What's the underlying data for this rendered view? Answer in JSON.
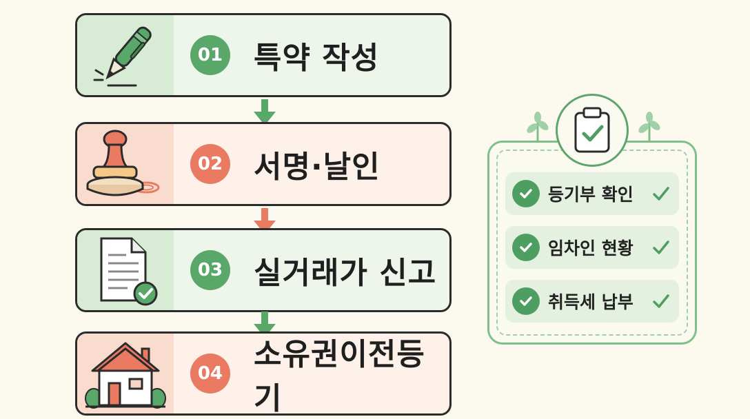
{
  "steps": [
    {
      "number": "01",
      "label": "특약 작성",
      "icon": "pen-icon",
      "theme": "green"
    },
    {
      "number": "02",
      "label": "서명·날인",
      "icon": "stamp-icon",
      "theme": "orange"
    },
    {
      "number": "03",
      "label": "실거래가 신고",
      "icon": "document-check-icon",
      "theme": "green"
    },
    {
      "number": "04",
      "label": "소유권이전등기",
      "icon": "house-icon",
      "theme": "orange"
    }
  ],
  "checklist": {
    "icon": "clipboard-check-icon",
    "items": [
      {
        "label": "등기부 확인"
      },
      {
        "label": "임차인 현황"
      },
      {
        "label": "취득세 납부"
      }
    ]
  },
  "colors": {
    "green": "#59a86a",
    "orange": "#ea7b62",
    "outline": "#2b2b2b",
    "background": "#fcf9ee"
  }
}
